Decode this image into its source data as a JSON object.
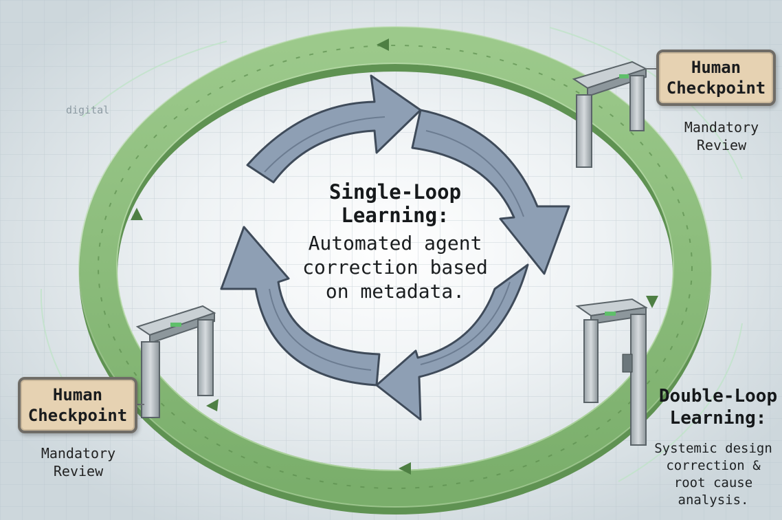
{
  "center": {
    "title_line1": "Single-Loop",
    "title_line2": "Learning:",
    "body_lines": [
      "Automated agent",
      "correction based",
      "on metadata."
    ]
  },
  "checkpoint_top": {
    "line1": "Human",
    "line2": "Checkpoint",
    "review_line1": "Mandatory",
    "review_line2": "Review"
  },
  "checkpoint_bottom": {
    "line1": "Human",
    "line2": "Checkpoint",
    "review_line1": "Mandatory",
    "review_line2": "Review"
  },
  "double_loop": {
    "title_line1": "Double-Loop",
    "title_line2": "Learning:",
    "body_lines": [
      "Systemic design",
      "correction &",
      "root cause",
      "analysis."
    ]
  },
  "decor": {
    "background_label": "digital"
  },
  "colors": {
    "outer_ring": "#86b878",
    "inner_ring": "#8e9fb4",
    "checkpoint_box": "#e6d2b2",
    "background": "#dfe6ea"
  },
  "icons": [
    "checkpoint-gate-icon",
    "arrow-icon"
  ]
}
